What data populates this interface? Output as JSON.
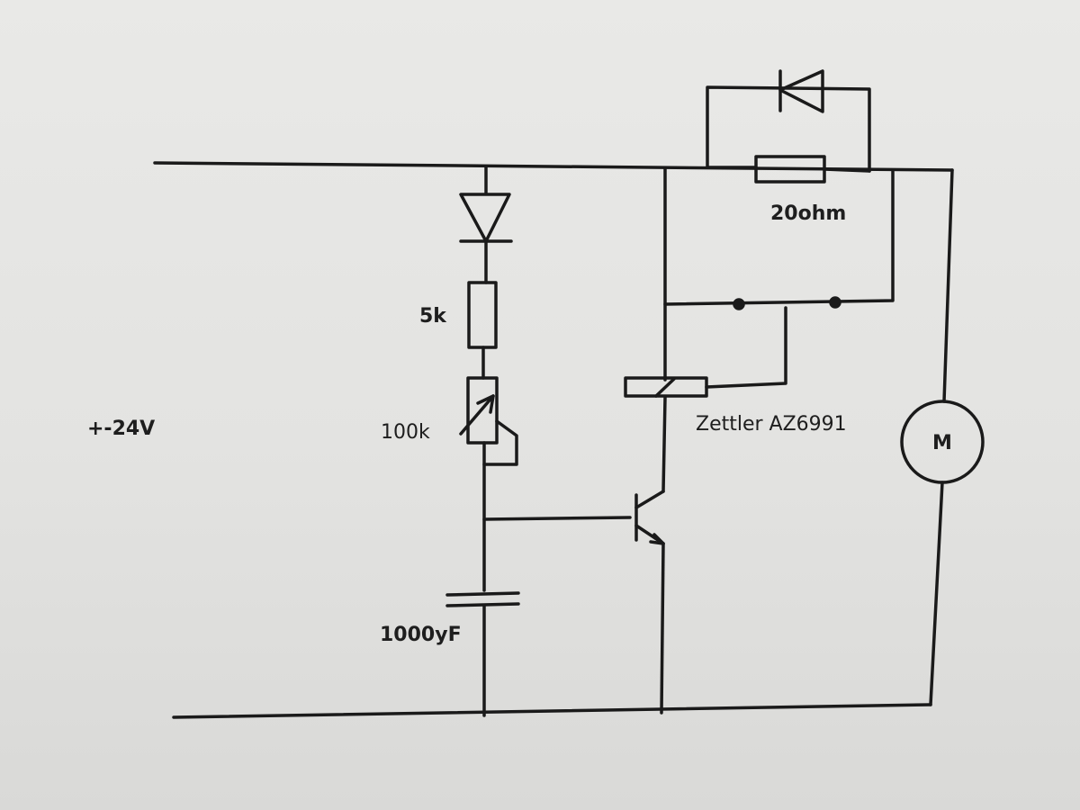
{
  "labels": {
    "supply": "+-24V",
    "resistor_5k": "5k",
    "pot_100k": "100k",
    "capacitor": "1000yF",
    "resistor_20ohm": "20ohm",
    "relay": "Zettler AZ6991",
    "motor": "M"
  },
  "colors": {
    "wire": "#1a1a1a",
    "paper": "#e6e6e4"
  }
}
